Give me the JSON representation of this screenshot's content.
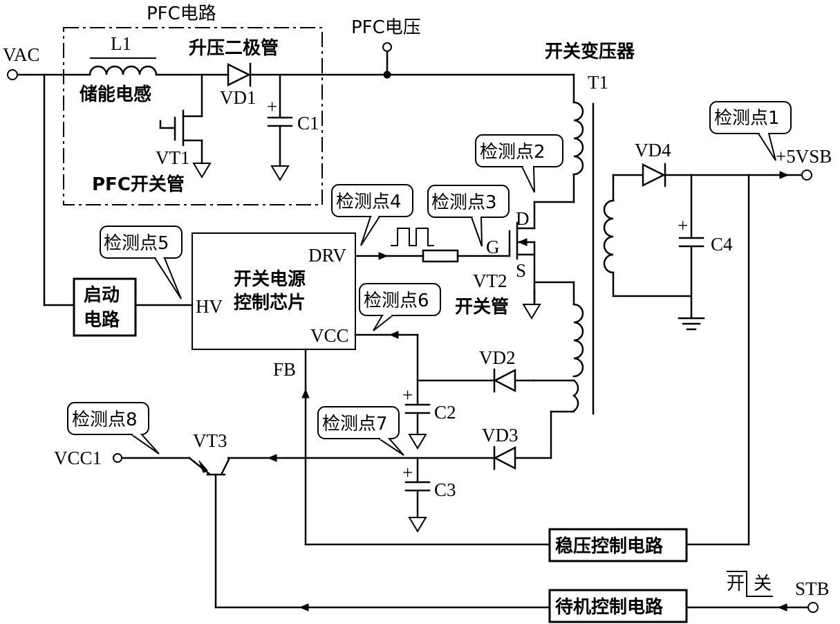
{
  "labels": {
    "pfc_circuit": "PFC电路",
    "pfc_voltage": "PFC电压",
    "switch_transformer": "开关变压器",
    "vac": "VAC",
    "l1": "L1",
    "storage_inductor": "储能电感",
    "boost_diode": "升压二极管",
    "vd1": "VD1",
    "c1": "C1",
    "vt1": "VT1",
    "pfc_switch": "PFC开关管",
    "t1": "T1",
    "vd4": "VD4",
    "c4": "C4",
    "plus5vsb": "+5VSB",
    "chip_line1": "开关电源",
    "chip_line2": "控制芯片",
    "drv": "DRV",
    "hv": "HV",
    "vcc": "VCC",
    "fb": "FB",
    "d": "D",
    "g": "G",
    "s": "S",
    "vt2": "VT2",
    "switch_tube": "开关管",
    "start_line1": "启动",
    "start_line2": "电路",
    "vd2": "VD2",
    "c2": "C2",
    "vd3": "VD3",
    "c3": "C3",
    "vt3": "VT3",
    "vcc1": "VCC1",
    "regulator": "稳压控制电路",
    "standby": "待机控制电路",
    "switch_kai": "开",
    "switch_guan": "关",
    "stb": "STB",
    "plus": "+"
  },
  "test_points": {
    "tp1": "检测点1",
    "tp2": "检测点2",
    "tp3": "检测点3",
    "tp4": "检测点4",
    "tp5": "检测点5",
    "tp6": "检测点6",
    "tp7": "检测点7",
    "tp8": "检测点8"
  }
}
